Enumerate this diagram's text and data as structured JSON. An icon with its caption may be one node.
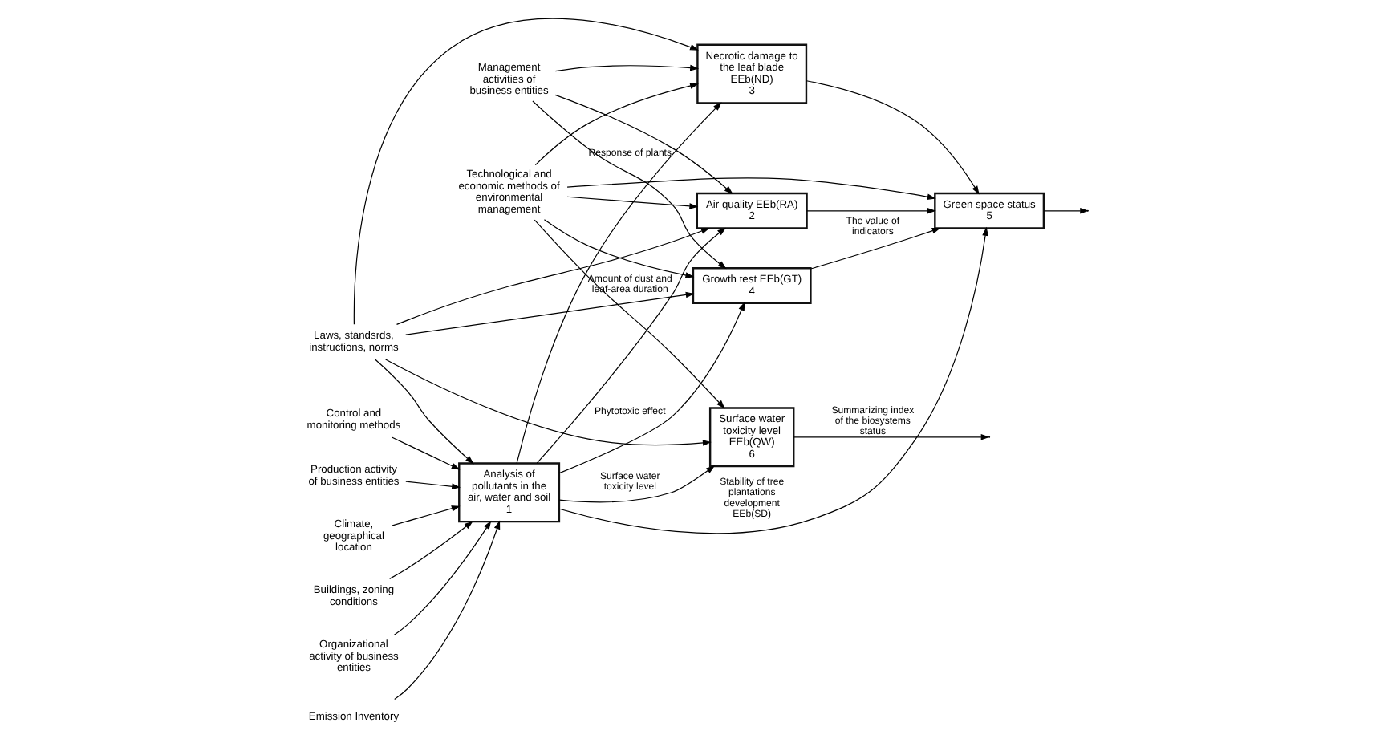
{
  "diagram": {
    "nodes": [
      {
        "text": [
          "Production activity of business entities"
        ]
      },
      {
        "text": [
          "Climate, geographical location"
        ]
      },
      {
        "text": [
          "Buildings, zoning conditions"
        ]
      },
      {
        "text": [
          "Laws, standsrds, instructions, norms"
        ]
      },
      {
        "text": [
          "Organizational activity of business entities"
        ]
      },
      {
        "text": [
          "Management activities of business entities"
        ]
      },
      {
        "text": [
          "Emission Inventory"
        ]
      },
      {
        "text": [
          "Control and monitoring methods"
        ]
      },
      {
        "text": [
          "Technological and economic methods of environmental management"
        ]
      },
      {
        "text": [
          "Analysis of pollutants in the air, water and soil",
          "1"
        ]
      },
      {
        "text": [
          "Air quality EEb(RA)",
          "2"
        ]
      },
      {
        "text": [
          "Necrotic damage to the leaf blade EEb(ND)",
          "3"
        ]
      },
      {
        "text": [
          "Growth test EEb(GT)",
          "4"
        ]
      },
      {
        "text": [
          "Green space status",
          "5"
        ]
      },
      {
        "text": [
          "Surface water toxicity level EEb(QW)",
          "6"
        ]
      }
    ],
    "edges": [
      {
        "from": 0,
        "to": 9,
        "arrow": "to"
      },
      {
        "from": 4,
        "to": 9,
        "arrow": "to"
      },
      {
        "from": 1,
        "to": 9,
        "arrow": "to"
      },
      {
        "from": 2,
        "to": 9,
        "arrow": "to"
      },
      {
        "from": 3,
        "to": 9,
        "arrow": "to"
      },
      {
        "from": 3,
        "to": 10,
        "arrow": "to"
      },
      {
        "from": 3,
        "to": 11,
        "arrow": "to"
      },
      {
        "from": 3,
        "to": 12,
        "arrow": "to"
      },
      {
        "from": 3,
        "to": 14,
        "arrow": "to"
      },
      {
        "from": 6,
        "to": 9,
        "arrow": "to"
      },
      {
        "from": 7,
        "to": 9,
        "arrow": "to"
      },
      {
        "from": 5,
        "to": 10,
        "arrow": "to"
      },
      {
        "from": 5,
        "to": 11,
        "arrow": "to"
      },
      {
        "from": 5,
        "to": 12,
        "arrow": "to"
      },
      {
        "from": 8,
        "to": 10,
        "arrow": "to"
      },
      {
        "from": 8,
        "to": 11,
        "arrow": "to"
      },
      {
        "from": 8,
        "to": 12,
        "arrow": "to"
      },
      {
        "from": 8,
        "to": 13,
        "arrow": "to"
      },
      {
        "from": 8,
        "to": 14,
        "arrow": "to"
      },
      {
        "from": 9,
        "to": 10,
        "arrow": "to",
        "label": "Amount of dust and leaf-area duration"
      },
      {
        "from": 9,
        "to": 11,
        "arrow": "to",
        "label": "Response of plants"
      },
      {
        "from": 9,
        "to": 12,
        "arrow": "to",
        "label": "Phytotoxic effect"
      },
      {
        "from": 9,
        "to": 13,
        "arrow": "to",
        "label": "Stability of tree plantations development EEb(SD)"
      },
      {
        "from": 9,
        "to": 14,
        "arrow": "to",
        "label": "Surface water toxicity level"
      },
      {
        "from": 10,
        "to": 13,
        "arrow": "to"
      },
      {
        "from": 11,
        "to": 13,
        "arrow": "to"
      },
      {
        "from": 12,
        "to": 13,
        "arrow": "to",
        "label": "The value of indicators"
      },
      {
        "from": 13,
        "to": null,
        "arrow": "to"
      },
      {
        "from": 14,
        "to": null,
        "arrow": "to",
        "label": "Summarizing index of the biosystems status"
      }
    ]
  }
}
